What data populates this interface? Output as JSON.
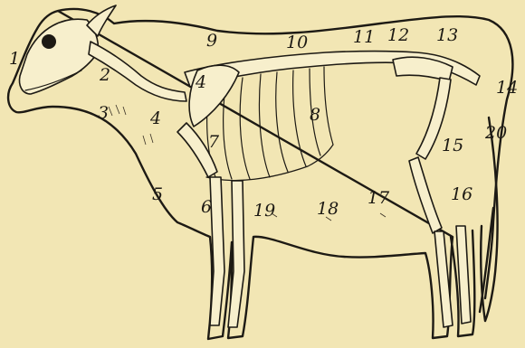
{
  "labels": [
    "1",
    "2",
    "3",
    "4",
    "4",
    "5",
    "6",
    "7",
    "8",
    "9",
    "10",
    "11",
    "12",
    "13",
    "14",
    "15",
    "16",
    "17",
    "18",
    "19",
    "20"
  ],
  "colors": {
    "background": "#f2e6b4",
    "ink": "#1d1a14",
    "bone": "#f7efcc"
  }
}
